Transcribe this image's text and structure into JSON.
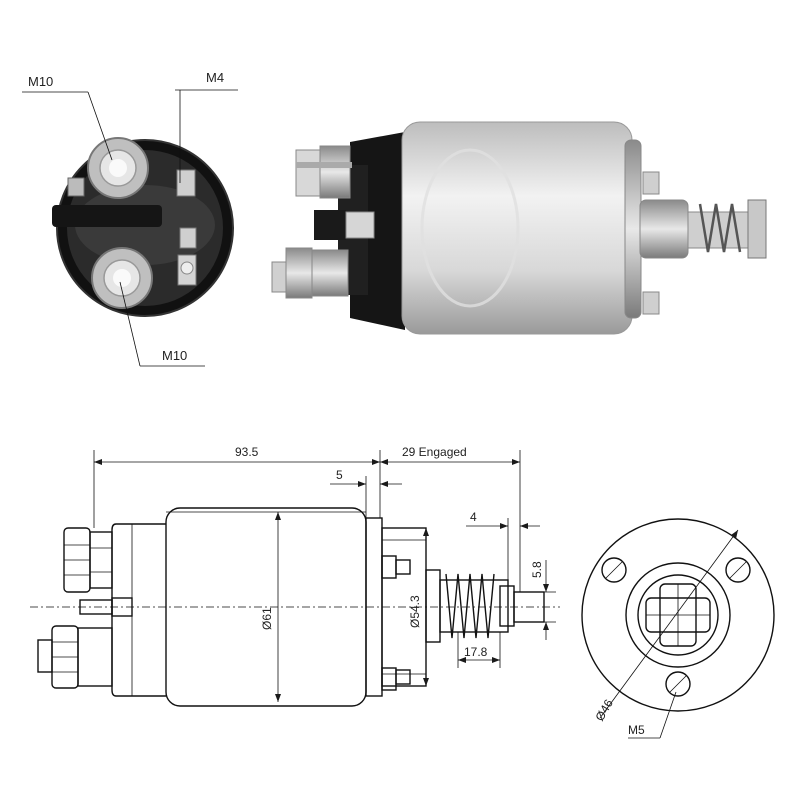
{
  "photo_labels": {
    "top_terminal": "M10",
    "small_terminal": "M4",
    "bottom_terminal": "M10"
  },
  "dimensions": {
    "overall_length": "93.5",
    "engaged_travel": "29 Engaged",
    "flange_gap": "5",
    "body_diameter": "Ø61",
    "flange_diameter": "Ø54.3",
    "plunger_offset": "4",
    "plunger_width": "5.8",
    "spring_length": "17.8",
    "bolt_circle": "Ø46",
    "mount_thread": "M5"
  }
}
